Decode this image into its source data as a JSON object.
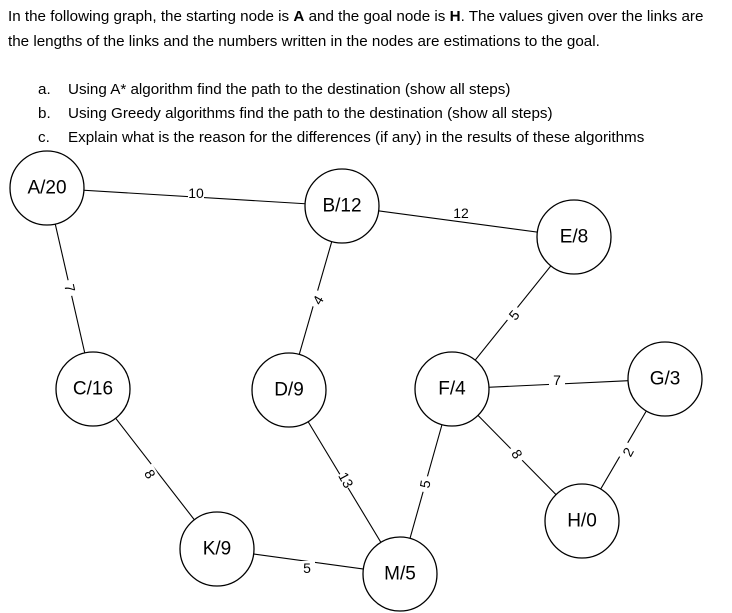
{
  "intro": {
    "segments": [
      {
        "text": "In the following graph, the starting node is ",
        "bold": false
      },
      {
        "text": "A",
        "bold": true
      },
      {
        "text": " and the goal node is ",
        "bold": false
      },
      {
        "text": "H",
        "bold": true
      },
      {
        "text": ". The values given over the links are the lengths of the links and the numbers written in the nodes are estimations to the goal.",
        "bold": false
      }
    ]
  },
  "questions": [
    {
      "letter": "a.",
      "text": "Using A* algorithm find the path to the destination (show all steps)"
    },
    {
      "letter": "b.",
      "text": "Using Greedy algorithms find the path to the destination (show all steps)"
    },
    {
      "letter": "c.",
      "text": "Explain what is the reason for the differences (if any) in the results of these algorithms"
    }
  ],
  "graph": {
    "nodes": [
      {
        "id": "A",
        "label": "A/20"
      },
      {
        "id": "B",
        "label": "B/12"
      },
      {
        "id": "E",
        "label": "E/8"
      },
      {
        "id": "C",
        "label": "C/16"
      },
      {
        "id": "D",
        "label": "D/9"
      },
      {
        "id": "F",
        "label": "F/4"
      },
      {
        "id": "G",
        "label": "G/3"
      },
      {
        "id": "H",
        "label": "H/0"
      },
      {
        "id": "K",
        "label": "K/9"
      },
      {
        "id": "M",
        "label": "M/5"
      }
    ],
    "edges": [
      {
        "from": "A",
        "to": "B",
        "label": "10"
      },
      {
        "from": "B",
        "to": "E",
        "label": "12"
      },
      {
        "from": "A",
        "to": "C",
        "label": "7"
      },
      {
        "from": "B",
        "to": "D",
        "label": "4"
      },
      {
        "from": "E",
        "to": "F",
        "label": "5"
      },
      {
        "from": "F",
        "to": "G",
        "label": "7"
      },
      {
        "from": "C",
        "to": "K",
        "label": "8"
      },
      {
        "from": "D",
        "to": "M",
        "label": "13"
      },
      {
        "from": "F",
        "to": "M",
        "label": "5"
      },
      {
        "from": "F",
        "to": "H",
        "label": "8"
      },
      {
        "from": "G",
        "to": "H",
        "label": "2"
      },
      {
        "from": "K",
        "to": "M",
        "label": "5"
      }
    ]
  }
}
